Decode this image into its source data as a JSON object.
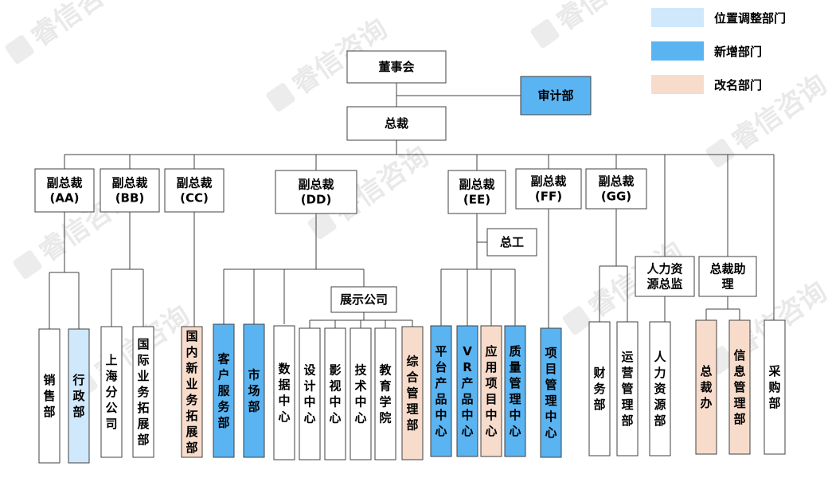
{
  "legend": [
    {
      "label": "位置调整部门",
      "color": "#cfe8fb"
    },
    {
      "label": "新增部门",
      "color": "#5ab4f2"
    },
    {
      "label": "改名部门",
      "color": "#f8dccb"
    }
  ],
  "watermark": "睿信咨询",
  "colors": {
    "default": "#ffffff",
    "relocated": "#cfe8fb",
    "new": "#5ab4f2",
    "renamed": "#f8dccb",
    "line": "#404040"
  },
  "nodes": {
    "board": {
      "label": "董事会",
      "status": "default"
    },
    "audit": {
      "label": "审计部",
      "status": "new"
    },
    "president": {
      "label": "总裁",
      "status": "default"
    },
    "vp_aa": {
      "label": "副总裁\n(AA)",
      "status": "default"
    },
    "vp_bb": {
      "label": "副总裁\n(BB)",
      "status": "default"
    },
    "vp_cc": {
      "label": "副总裁\n(CC)",
      "status": "default"
    },
    "vp_dd": {
      "label": "副总裁\n(DD)",
      "status": "default"
    },
    "vp_ee": {
      "label": "副总裁\n(EE)",
      "status": "default"
    },
    "vp_ff": {
      "label": "副总裁\n(FF)",
      "status": "default"
    },
    "vp_gg": {
      "label": "副总裁\n(GG)",
      "status": "default"
    },
    "chief_engineer": {
      "label": "总工",
      "status": "default"
    },
    "hr_director": {
      "label": "人力资\n源总监",
      "status": "default"
    },
    "president_assistant": {
      "label": "总裁助\n理",
      "status": "default"
    },
    "exhibition_company": {
      "label": "展示公司",
      "status": "default"
    },
    "sales": {
      "label": "销售部",
      "status": "default"
    },
    "admin": {
      "label": "行政部",
      "status": "relocated"
    },
    "shanghai": {
      "label": "上海分公司",
      "status": "default"
    },
    "intl_dev": {
      "label": "国际业务拓展部",
      "status": "default"
    },
    "domestic_new": {
      "label": "国内新业务拓展部",
      "status": "renamed"
    },
    "customer_service": {
      "label": "客户服务部",
      "status": "new"
    },
    "marketing": {
      "label": "市场部",
      "status": "new"
    },
    "data_center": {
      "label": "数据中心",
      "status": "default"
    },
    "design_center": {
      "label": "设计中心",
      "status": "default"
    },
    "video_center": {
      "label": "影视中心",
      "status": "default"
    },
    "tech_center": {
      "label": "技术中心",
      "status": "default"
    },
    "edu_college": {
      "label": "教育学院",
      "status": "default"
    },
    "general_mgmt": {
      "label": "综合管理部",
      "status": "renamed"
    },
    "platform_product": {
      "label": "平台产品中心",
      "status": "new"
    },
    "vr_product": {
      "label": "VR产品中心",
      "status": "new"
    },
    "app_project": {
      "label": "应用项目中心",
      "status": "renamed"
    },
    "quality_mgmt": {
      "label": "质量管理中心",
      "status": "new"
    },
    "project_mgmt": {
      "label": "项目管理中心",
      "status": "new"
    },
    "finance": {
      "label": "财务部",
      "status": "default"
    },
    "ops_mgmt": {
      "label": "运营管理部",
      "status": "default"
    },
    "hr": {
      "label": "人力资源部",
      "status": "default"
    },
    "president_office": {
      "label": "总裁办",
      "status": "renamed"
    },
    "info_mgmt": {
      "label": "信息管理部",
      "status": "renamed"
    },
    "procurement": {
      "label": "采购部",
      "status": "default"
    }
  }
}
